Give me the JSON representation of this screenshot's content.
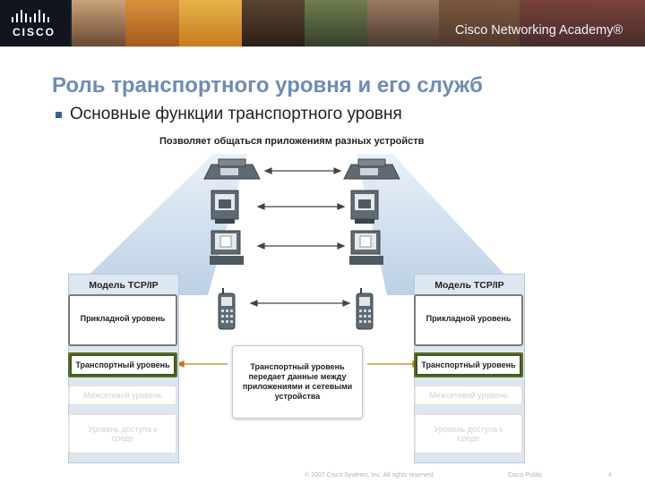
{
  "header": {
    "logo_text": "CISCO",
    "academy_text": "Cisco Networking Academy®"
  },
  "slide": {
    "title": "Роль транспортного уровня и его служб",
    "bullet": "Основные функции транспортного уровня"
  },
  "diagram": {
    "title": "Позволяет общаться приложениям разных устройств",
    "left_model": {
      "title": "Модель TCP/IP",
      "layers": [
        "Прикладной уровень",
        "Транспортный уровень",
        "Межсетевой уровень",
        "Уровень доступа к среде"
      ]
    },
    "right_model": {
      "title": "Модель TCP/IP",
      "layers": [
        "Прикладной уровень",
        "Транспортный уровень",
        "Межсетевой уровень",
        "Уровень доступа к среде"
      ]
    },
    "center_text": "Транспортный уровень передает данные между приложениями и сетевыми устройства",
    "devices": [
      "ip-phone-icon",
      "video-terminal-icon",
      "computer-icon",
      "mobile-phone-icon"
    ],
    "accent_color": "#6f8cb2",
    "highlight_color": "#3d5a1c"
  },
  "footer": {
    "copyright": "© 2007 Cisco Systems, Inc. All rights reserved.",
    "label": "Cisco Public",
    "page": "4"
  }
}
